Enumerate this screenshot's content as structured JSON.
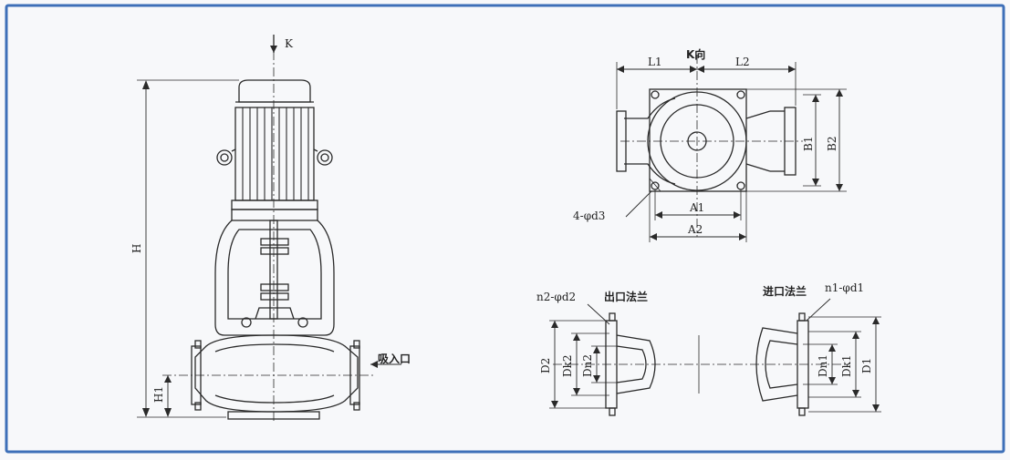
{
  "colors": {
    "border": "#3d6fb8",
    "line": "#2a2a2a",
    "paper": "#f7f8fa"
  },
  "labels": {
    "k": "K",
    "h": "H",
    "h1": "H1",
    "suction_inlet": "吸入口",
    "k_view": "K向",
    "l1": "L1",
    "l2": "L2",
    "b1": "B1",
    "b2": "B2",
    "a1": "A1",
    "a2": "A2",
    "bolt_holes": "4-φd3",
    "outlet_holes": "n2-φd2",
    "outlet_flange": "出口法兰",
    "inlet_flange": "进口法兰",
    "inlet_holes": "n1-φd1",
    "d2": "D2",
    "dk2": "Dk2",
    "dn2": "Dn2",
    "dn1": "Dn1",
    "dk1": "Dk1",
    "d1": "D1"
  }
}
